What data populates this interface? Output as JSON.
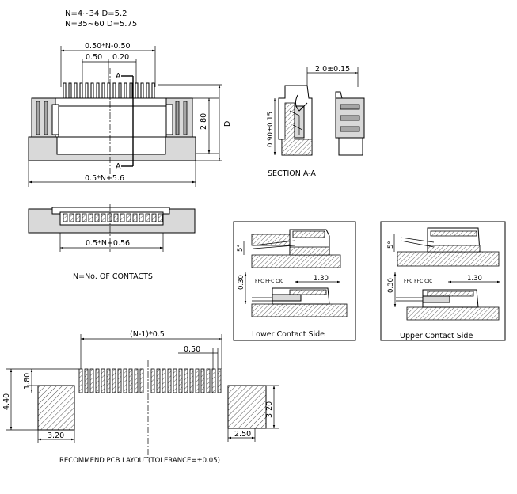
{
  "notes": {
    "line1": "N=4~34  D=5.2",
    "line2": "N=35~60  D=5.75",
    "contacts_def": "N=No. OF CONTACTS"
  },
  "top_view": {
    "dim_span": "0.50*N-0.50",
    "dim_050": "0.50",
    "dim_020": "0.20",
    "section_mark_top": "A",
    "section_mark_bottom": "A",
    "dim_height": "2.80",
    "dim_depth": "D",
    "dim_width": "0.5*N+5.6"
  },
  "bottom_view": {
    "dim_width": "0.5*N+0.56"
  },
  "section_view": {
    "dim_top": "2.0±0.15",
    "dim_side": "0.90±0.15",
    "caption": "SECTION  A-A"
  },
  "lower_contact": {
    "dim_5": "5°",
    "dim_030": "0.30",
    "dim_130": "1.30",
    "fpc_label": "FPC  FFC  CIC",
    "caption": "Lower Contact Side"
  },
  "upper_contact": {
    "dim_5": "5°",
    "dim_030": "0.30",
    "dim_130": "1.30",
    "fpc_label": "FPC  FFC  CIC",
    "caption": "Upper Contact Side"
  },
  "pcb_layout": {
    "dim_pitch_span": "(N-1)*0.5",
    "dim_pad_pitch": "0.50",
    "dim_440": "4.40",
    "dim_180": "1.80",
    "dim_320_left": "3.20",
    "dim_320_right": "3.20",
    "dim_250": "2.50",
    "caption": "RECOMMEND PCB LAYOUT(TOLERANCE=±0.05)"
  }
}
